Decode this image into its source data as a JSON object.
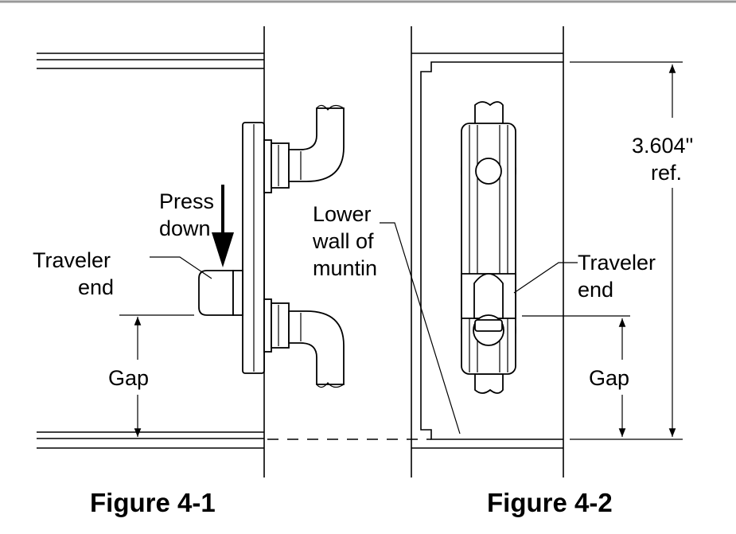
{
  "figure1": {
    "caption": "Figure 4-1",
    "labels": {
      "press_line1": "Press",
      "press_line2": "down",
      "traveler_line1": "Traveler",
      "traveler_line2": "end",
      "gap": "Gap"
    }
  },
  "figure2": {
    "caption": "Figure 4-2",
    "labels": {
      "lower_line1": "Lower",
      "lower_line2": "wall of",
      "lower_line3": "muntin",
      "traveler_line1": "Traveler",
      "traveler_line2": "end",
      "gap": "Gap",
      "dimension_line1": "3.604\"",
      "dimension_line2": "ref."
    }
  }
}
